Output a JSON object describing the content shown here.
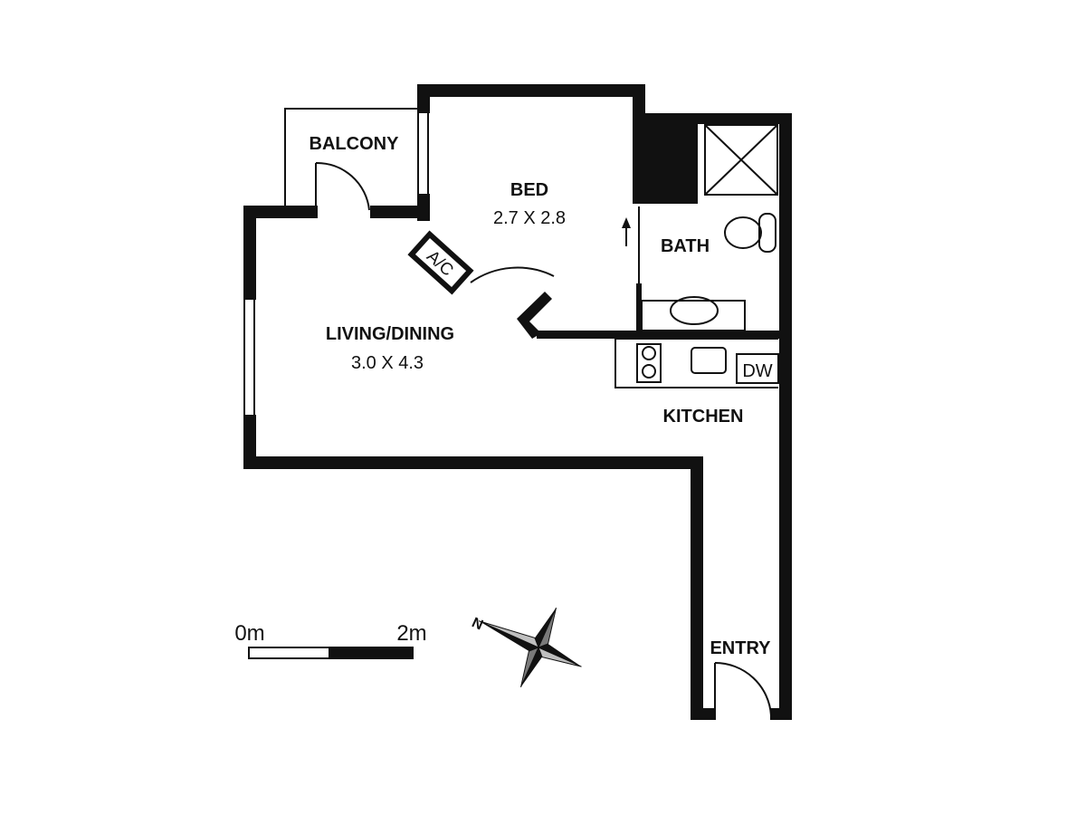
{
  "rooms": {
    "balcony": {
      "name": "BALCONY"
    },
    "bed": {
      "name": "BED",
      "size": "2.7 X 2.8"
    },
    "bath": {
      "name": "BATH"
    },
    "living": {
      "name": "LIVING/DINING",
      "size": "3.0 X 4.3"
    },
    "kitchen": {
      "name": "KITCHEN"
    },
    "entry": {
      "name": "ENTRY"
    }
  },
  "fixtures": {
    "ac": "A/C",
    "dishwasher": "DW"
  },
  "scale": {
    "start": "0m",
    "end": "2m"
  },
  "compass": {
    "north": "N"
  },
  "colors": {
    "wall": "#111111",
    "background": "#ffffff",
    "compass_light": "#bfbfbf",
    "compass_mid": "#7a7a7a"
  }
}
